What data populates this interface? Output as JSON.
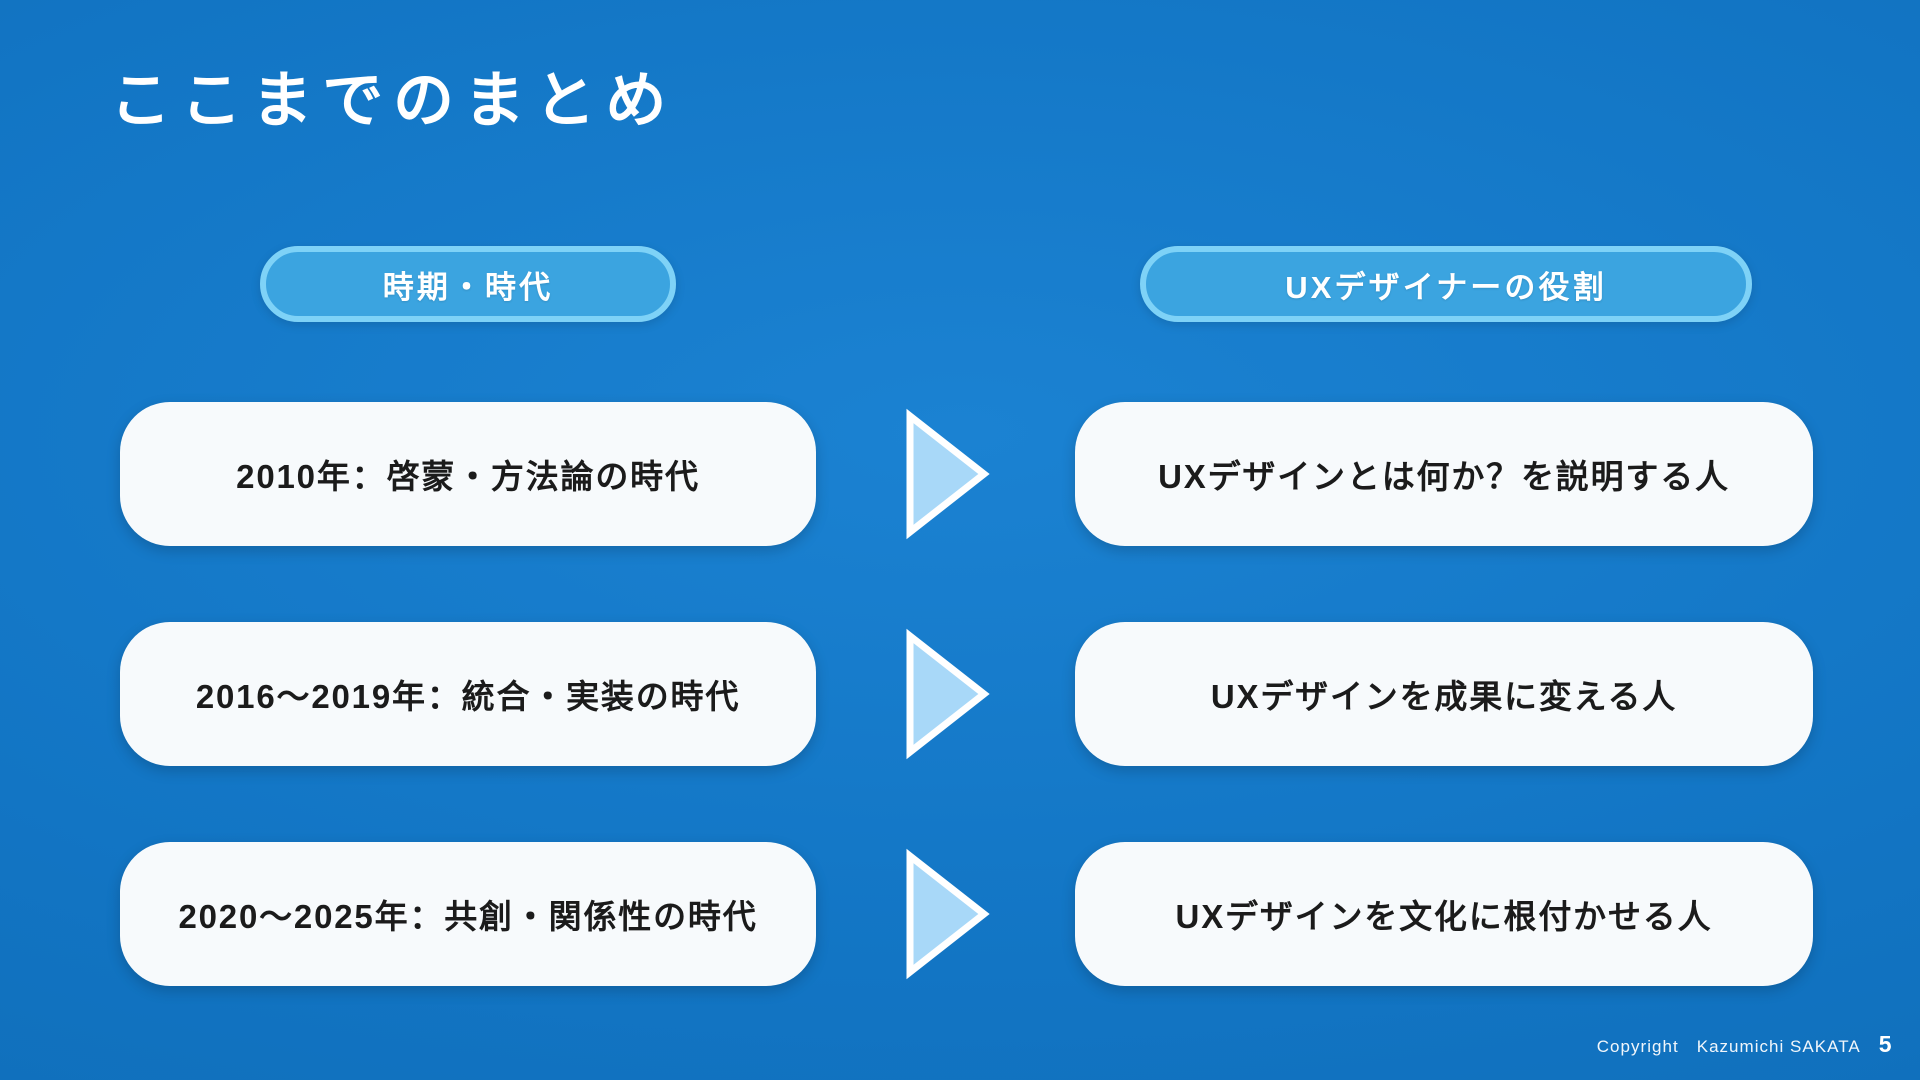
{
  "slide": {
    "title": "ここまでのまとめ",
    "page_number": "5",
    "background_color": "#1275C4"
  },
  "columns": {
    "left_header": "時期・時代",
    "right_header": "UXデザイナーの役割",
    "header_fill_color": "#3BA4E0",
    "header_border_color": "#7ED2F7"
  },
  "rows": [
    {
      "period": "2010年：啓蒙・方法論の時代",
      "role": "UXデザインとは何か？を説明する人"
    },
    {
      "period": "2016〜2019年：統合・実装の時代",
      "role": "UXデザインを成果に変える人"
    },
    {
      "period": "2020〜2025年：共創・関係性の時代",
      "role": "UXデザインを文化に根付かせる人"
    }
  ],
  "arrow": {
    "icon": "triangle-right-icon",
    "fill_color": "#A8D8F8",
    "stroke_color": "#FFFFFF"
  },
  "card": {
    "fill_color": "#F7FAFC",
    "text_color": "#1B1B1B"
  },
  "footer": {
    "copyright": "Copyright　Kazumichi SAKATA"
  }
}
